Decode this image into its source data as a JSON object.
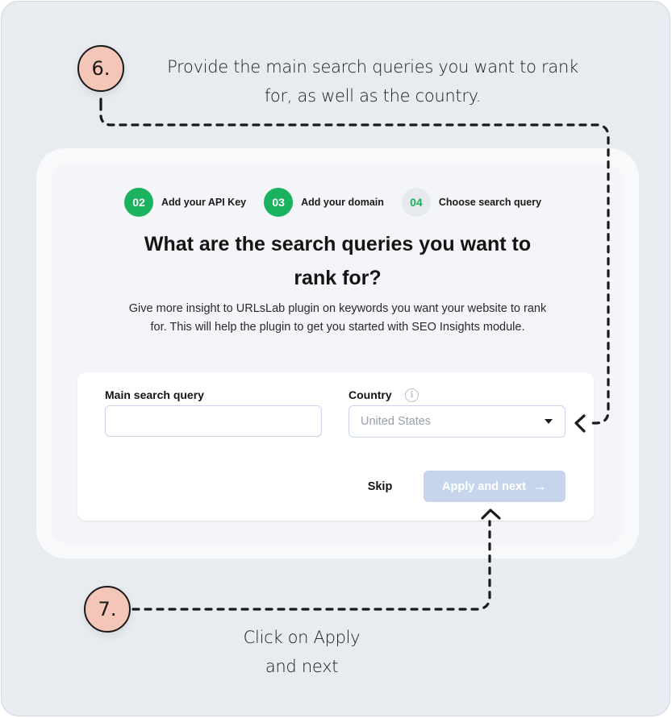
{
  "callouts": [
    {
      "number": "6.",
      "text_line1": "Provide the main search queries you want to rank",
      "text_line2": "for, as well as the country."
    },
    {
      "number": "7.",
      "text_line1": "Click on Apply",
      "text_line2": "and next"
    }
  ],
  "wizard": {
    "steps": [
      {
        "number": "02",
        "label": "Add your API Key",
        "state": "done"
      },
      {
        "number": "03",
        "label": "Add your domain",
        "state": "done"
      },
      {
        "number": "04",
        "label": "Choose search query",
        "state": "active"
      }
    ],
    "title_line1": "What are the search queries you want to",
    "title_line2": "rank for?",
    "description_line1": "Give more insight to URLsLab plugin on keywords you want your website to rank",
    "description_line2": "for. This will help the plugin to get you started with SEO Insights module."
  },
  "form": {
    "main_query": {
      "label": "Main search query",
      "value": "",
      "placeholder": ""
    },
    "country": {
      "label": "Country",
      "selected": "United States",
      "info_icon": "info-icon"
    },
    "skip_label": "Skip",
    "apply_label": "Apply and next",
    "apply_icon": "arrow-right-icon"
  },
  "colors": {
    "step_done": "#1ab25e",
    "step_active_bg": "#e6e9ee",
    "apply_disabled": "#c7d5ec",
    "callout_fill": "#f3c6b8",
    "frame_bg": "#e8ebf0"
  }
}
